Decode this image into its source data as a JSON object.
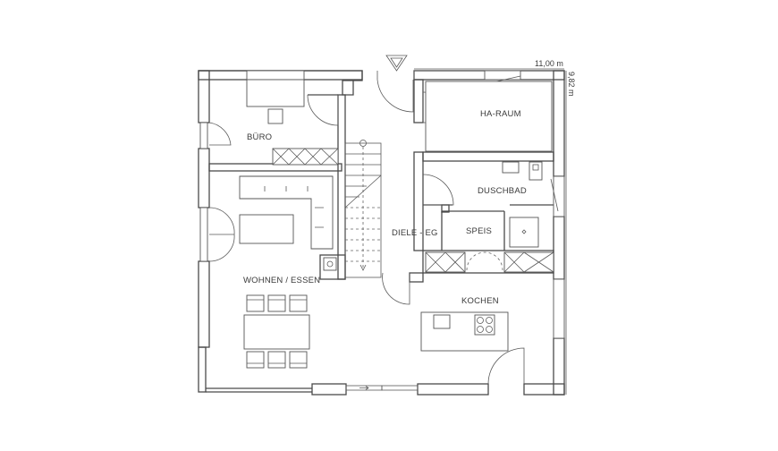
{
  "dimensions": {
    "width_label": "11,00 m",
    "depth_label": "9,82 m"
  },
  "rooms": {
    "buero": "BÜRO",
    "ha_raum": "HA-RAUM",
    "duschbad": "DUSCHBAD",
    "wohnen_essen": "WOHNEN / ESSEN",
    "diele": "DIELE - EG",
    "speis": "SPEIS",
    "kochen": "KOCHEN"
  },
  "colors": {
    "line": "#4a4a4a",
    "text": "#3a3a3a",
    "background": "#ffffff"
  },
  "icons": {
    "entrance_marker": "north-triangle-icon",
    "stair_arrow": "stair-direction-arrow-icon"
  }
}
